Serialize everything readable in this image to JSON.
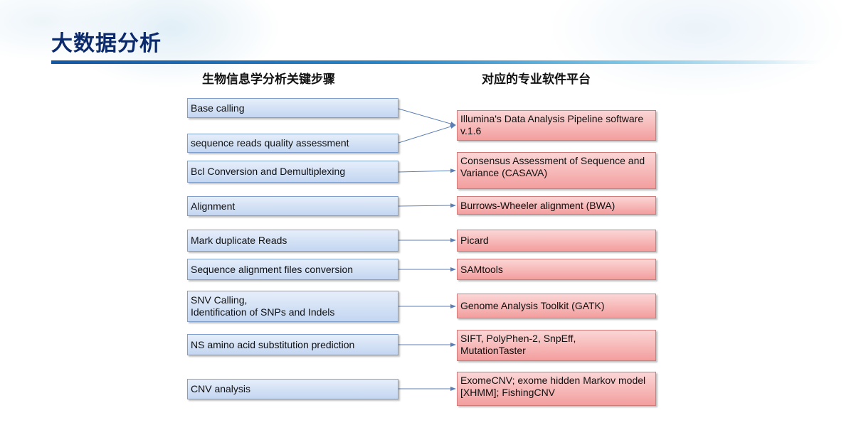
{
  "title": "大数据分析",
  "headers": {
    "left": "生物信息学分析关键步骤",
    "right": "对应的专业软件平台"
  },
  "steps": [
    {
      "label": "Base calling"
    },
    {
      "label": "sequence reads quality assessment"
    },
    {
      "label": "Bcl Conversion and Demultiplexing"
    },
    {
      "label": "Alignment"
    },
    {
      "label": "Mark duplicate Reads"
    },
    {
      "label": "Sequence alignment files conversion"
    },
    {
      "label": "SNV Calling,\nIdentification of SNPs and Indels"
    },
    {
      "label": "NS amino acid substitution prediction"
    },
    {
      "label": "CNV analysis"
    }
  ],
  "software": [
    {
      "label": "Illumina's Data Analysis Pipeline software\nv.1.6"
    },
    {
      "label": "Consensus Assessment of Sequence and\nVariance (CASAVA)"
    },
    {
      "label": "Burrows-Wheeler alignment (BWA)"
    },
    {
      "label": "Picard"
    },
    {
      "label": "SAMtools"
    },
    {
      "label": "Genome Analysis Toolkit (GATK)"
    },
    {
      "label": "SIFT,   PolyPhen-2,      SnpEff,\nMutationTaster"
    },
    {
      "label": "ExomeCNV; exome hidden Markov model\n[XHMM]; FishingCNV"
    }
  ],
  "colors": {
    "title": "#0b2a6b",
    "step_fill": "#c3d6f1",
    "software_fill": "#f39e9e",
    "arrow": "#5b7fb5"
  }
}
